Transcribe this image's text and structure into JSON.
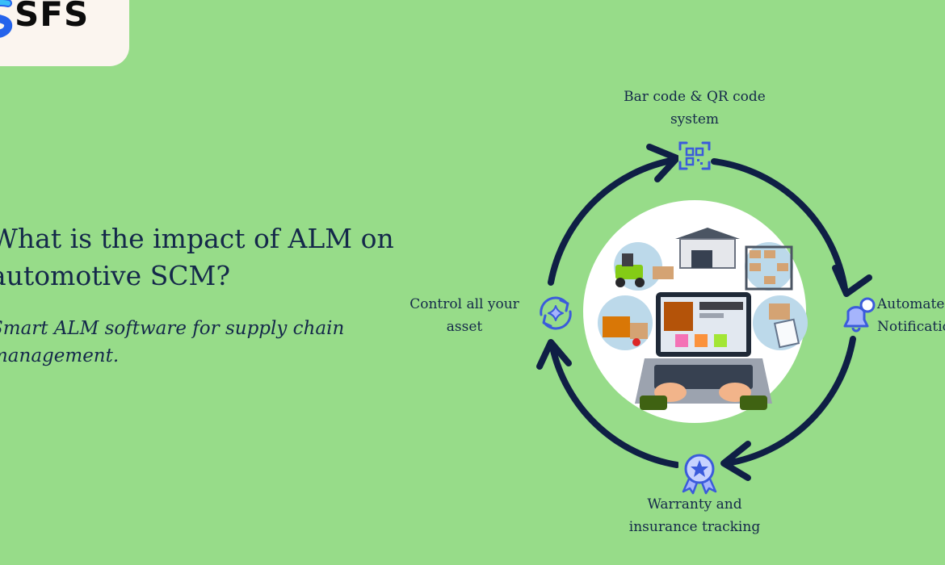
{
  "brand": {
    "name": "SFS",
    "colors": {
      "mark_primary": "#2563eb",
      "mark_secondary": "#38bdf8",
      "panel_bg": "#fbf5ef"
    }
  },
  "headline": "What is the impact of ALM on automotive SCM?",
  "subheadline": "Smart ALM software for supply chain management.",
  "cycle": {
    "top_label": "Bar code & QR code system",
    "right_label": "Automated Notification",
    "bottom_label": "Warranty and insurance tracking",
    "left_label": "Control all your asset",
    "icons": {
      "top": "qr-scan-icon",
      "right": "notification-bell-icon",
      "bottom": "award-badge-icon",
      "left": "sync-sparkle-icon"
    }
  },
  "colors": {
    "background": "#97dc89",
    "text": "#14284a",
    "ring": "#0f1f45",
    "icon_accent": "#3b5bdb"
  }
}
